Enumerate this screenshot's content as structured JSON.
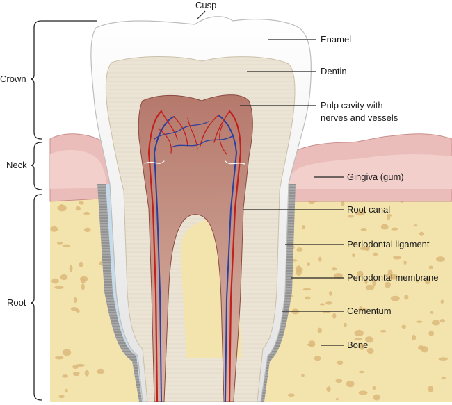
{
  "labels": {
    "cusp": "Cusp",
    "enamel": "Enamel",
    "dentin": "Dentin",
    "pulp_line1": "Pulp cavity with",
    "pulp_line2": "nerves and vessels",
    "gingiva": "Gingiva (gum)",
    "root_canal": "Root canal",
    "periodontal_ligament": "Periodontal ligament",
    "periodontal_membrane": "Periodontal membrane",
    "cementum": "Cementum",
    "bone": "Bone",
    "crown": "Crown",
    "neck": "Neck",
    "root": "Root"
  },
  "colors": {
    "enamel": "#f4f4f4",
    "dentin": "#e9e2d2",
    "pulp": "#b06a5e",
    "artery": "#c0201e",
    "vein": "#2b3f9e",
    "gum": "#e9b6b4",
    "bone": "#f4e6b2",
    "bone_spots": "#d9b878",
    "ligament": "#9a9a9a",
    "cementum": "#bcd3e6"
  }
}
